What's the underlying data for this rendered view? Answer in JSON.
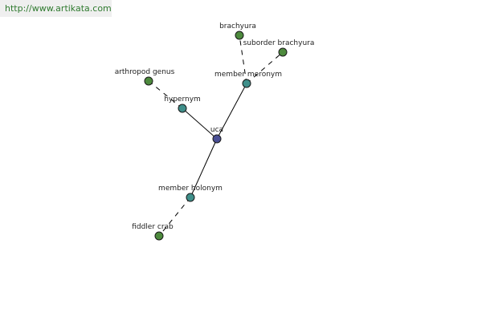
{
  "watermark": "http://www.artikata.com",
  "colors": {
    "center": "#4a4f95",
    "relation": "#3f8f8a",
    "term": "#4d8a3d",
    "edge": "#000000"
  },
  "graph": {
    "nodes": [
      {
        "id": "uca",
        "label": "uca",
        "kind": "center"
      },
      {
        "id": "hypernym",
        "label": "hypernym",
        "kind": "relation"
      },
      {
        "id": "member-meronym",
        "label": "member meronym",
        "kind": "relation"
      },
      {
        "id": "member-holonym",
        "label": "member holonym",
        "kind": "relation"
      },
      {
        "id": "arthropod-genus",
        "label": "arthropod genus",
        "kind": "term"
      },
      {
        "id": "brachyura",
        "label": "brachyura",
        "kind": "term"
      },
      {
        "id": "suborder-brachyura",
        "label": "suborder brachyura",
        "kind": "term"
      },
      {
        "id": "fiddler-crab",
        "label": "fiddler crab",
        "kind": "term"
      }
    ],
    "edges": [
      {
        "from": "uca",
        "to": "hypernym",
        "style": "solid"
      },
      {
        "from": "uca",
        "to": "member-meronym",
        "style": "solid"
      },
      {
        "from": "uca",
        "to": "member-holonym",
        "style": "solid"
      },
      {
        "from": "hypernym",
        "to": "arthropod-genus",
        "style": "dashed"
      },
      {
        "from": "member-meronym",
        "to": "brachyura",
        "style": "dashed"
      },
      {
        "from": "member-meronym",
        "to": "suborder-brachyura",
        "style": "dashed"
      },
      {
        "from": "member-holonym",
        "to": "fiddler-crab",
        "style": "dashed"
      }
    ]
  }
}
